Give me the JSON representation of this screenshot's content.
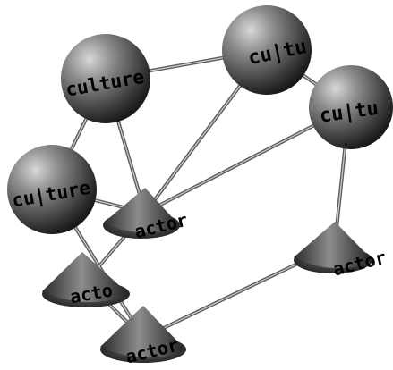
{
  "diagram": {
    "nodes": [
      {
        "id": "c1",
        "kind": "sphere",
        "label": "culture"
      },
      {
        "id": "c2",
        "kind": "sphere",
        "label": "cu|tu"
      },
      {
        "id": "c3",
        "kind": "sphere",
        "label": "cu|tu"
      },
      {
        "id": "c4",
        "kind": "sphere",
        "label": "cu|ture"
      },
      {
        "id": "a1",
        "kind": "cone",
        "label": "actor"
      },
      {
        "id": "a2",
        "kind": "cone",
        "label": "actor"
      },
      {
        "id": "a3",
        "kind": "cone",
        "label": "acto"
      },
      {
        "id": "a4",
        "kind": "cone",
        "label": "actor"
      }
    ],
    "edges": [
      [
        "c1",
        "c2"
      ],
      [
        "c1",
        "c4"
      ],
      [
        "c1",
        "a1"
      ],
      [
        "c2",
        "c3"
      ],
      [
        "c2",
        "a1"
      ],
      [
        "c3",
        "a1"
      ],
      [
        "c3",
        "a2"
      ],
      [
        "c4",
        "a1"
      ],
      [
        "c4",
        "a4"
      ],
      [
        "a1",
        "a3"
      ],
      [
        "a2",
        "a4"
      ],
      [
        "a3",
        "a4"
      ]
    ]
  }
}
